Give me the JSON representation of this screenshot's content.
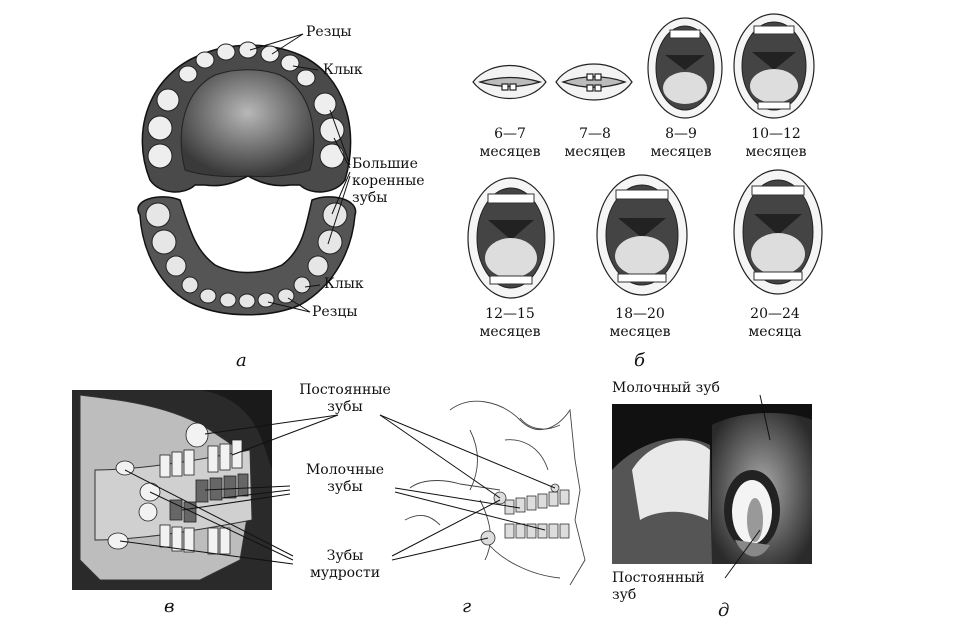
{
  "panel_a": {
    "letter": "а",
    "labels": {
      "incisors_top": "Резцы",
      "canine_top": "Клык",
      "molars_1": "Большие",
      "molars_2": "коренные",
      "molars_3": "зубы",
      "canine_bottom": "Клык",
      "incisors_bottom": "Резцы"
    }
  },
  "panel_b": {
    "letter": "б",
    "stages": [
      {
        "age": "6—7",
        "unit": "месяцев"
      },
      {
        "age": "7—8",
        "unit": "месяцев"
      },
      {
        "age": "8—9",
        "unit": "месяцев"
      },
      {
        "age": "10—12",
        "unit": "месяцев"
      },
      {
        "age": "12—15",
        "unit": "месяцев"
      },
      {
        "age": "18—20",
        "unit": "месяцев"
      },
      {
        "age": "20—24",
        "unit": "месяца"
      }
    ]
  },
  "panel_v": {
    "letter": "в"
  },
  "panel_g": {
    "letter": "г",
    "labels": {
      "permanent_1": "Постоянные",
      "permanent_2": "зубы",
      "milk_1": "Молочные",
      "milk_2": "зубы",
      "wisdom_1": "Зубы",
      "wisdom_2": "мудрости"
    }
  },
  "panel_d": {
    "letter": "д",
    "labels": {
      "milk_tooth": "Молочный зуб",
      "permanent_1": "Постоянный",
      "permanent_2": "зуб"
    }
  }
}
